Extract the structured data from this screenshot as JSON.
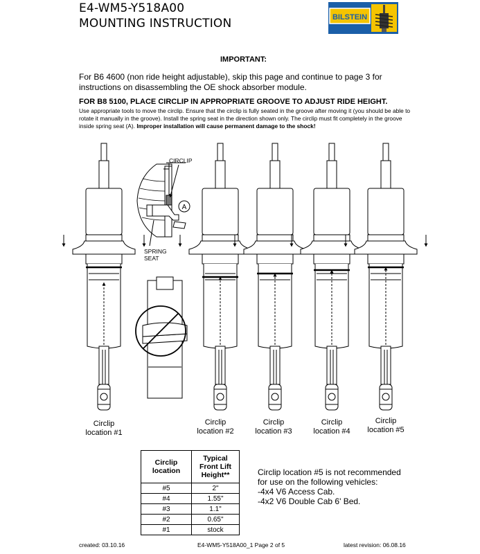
{
  "header": {
    "code": "E4-WM5-Y518A00",
    "subtitle": "MOUNTING INSTRUCTION",
    "logo_text": "BILSTEIN",
    "brand_color": "#1b5fa8",
    "accent_color": "#f5c400"
  },
  "important": {
    "heading": "IMPORTANT:",
    "paragraph": "For B6 4600 (non ride height adjustable), skip this page and continue to page 3 for instructions on disassembling the OE shock absorber module."
  },
  "b8": {
    "heading": "FOR B8 5100, PLACE CIRCLIP IN APPROPRIATE GROOVE TO ADJUST RIDE HEIGHT.",
    "body": "Use appropriate tools to move the circlip.  Ensure that the circlip is fully seated in the groove after moving it (you should be able to rotate it manually in the groove).  Install the spring seat in the direction shown only.  The circlip must fit completely in the groove inside spring seat (A).",
    "warning": "Improper installation will cause permanent damage to the shock!"
  },
  "diagram": {
    "circlip_label": "CIRCLIP",
    "spring_seat_label": "SPRING\nSEAT",
    "callout": "A",
    "locations": [
      {
        "line1": "Circlip",
        "line2": "location #1"
      },
      {
        "line1": "Circlip",
        "line2": "location #2"
      },
      {
        "line1": "Circlip",
        "line2": "location #3"
      },
      {
        "line1": "Circlip",
        "line2": "location #4"
      },
      {
        "line1": "Circlip",
        "line2": "location #5"
      }
    ]
  },
  "table": {
    "headers": [
      "Circlip location",
      "Typical Front Lift Height**"
    ],
    "rows": [
      [
        "#5",
        "2\""
      ],
      [
        "#4",
        "1.55\""
      ],
      [
        "#3",
        "1.1\""
      ],
      [
        "#2",
        "0.65\""
      ],
      [
        "#1",
        "stock"
      ]
    ]
  },
  "note": {
    "line1": "Circlip location #5 is not recommended",
    "line2": "for use on the following vehicles:",
    "line3": "-4x4 V6 Access Cab.",
    "line4": "-4x2 V6 Double Cab 6' Bed."
  },
  "footer": {
    "created": "created: 03.10.16",
    "page": "E4-WM5-Y518A00_1 Page 2 of 5",
    "revision": "latest revision: 06.08.16"
  }
}
